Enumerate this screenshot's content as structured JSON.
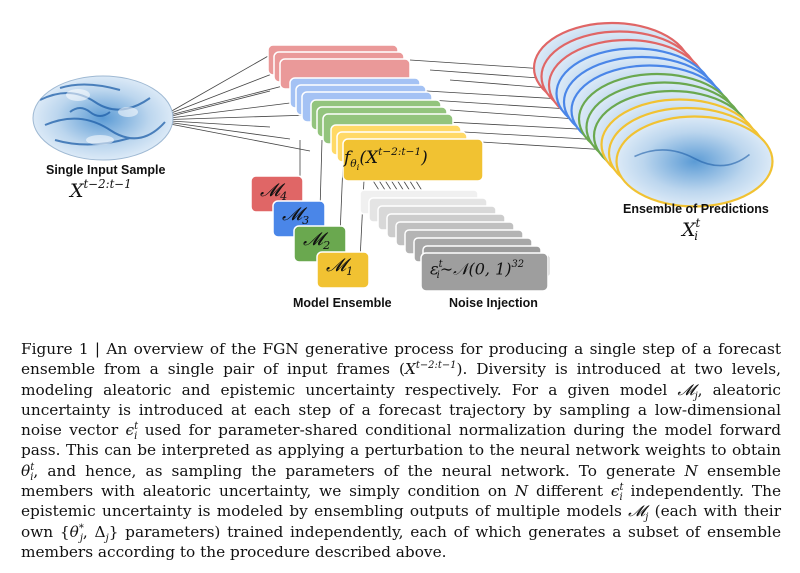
{
  "figure": {
    "input_label": "Single Input Sample",
    "input_math_base": "X",
    "input_math_sup": "t−2:t−1",
    "function_math_base": "f",
    "function_math_sub": "θ",
    "function_math_subsub": "i",
    "function_math_subsup": "t",
    "function_math_arg": "(X",
    "function_math_argsup": "t−2:t−1",
    "function_math_close": ")",
    "model_symbol": "𝓜",
    "model_indices": [
      "4",
      "3",
      "2",
      "1"
    ],
    "model_colors": [
      "#e06666",
      "#4a86e8",
      "#6aa84f",
      "#f1c232"
    ],
    "layer_colors": [
      "#ea9999",
      "#a4c2f4",
      "#93c47d",
      "#ffd966"
    ],
    "model_ensemble_label": "Model Ensemble",
    "noise_math_eps": "ε",
    "noise_math_epssup": "t",
    "noise_math_epssub": "i",
    "noise_math_rest": "∼𝒩(0, 1)",
    "noise_math_pow": "32",
    "noise_label": "Noise Injection",
    "ensemble_label": "Ensemble of Predictions",
    "output_math_base": "X",
    "output_math_sup": "t",
    "output_math_sub": "i"
  },
  "caption": {
    "heading": "Figure 1 | An overview of the FGN generative process for producing a single step of a forecast ensemble from a single pair of input frames (",
    "x_base": "X",
    "x_sup": "t−2:t−1",
    "after_x": "). Diversity is introduced at two levels, modeling aleatoric and epistemic uncertainty respectively. For a given model ",
    "mj": "𝓜",
    "mj_sub": "j",
    "p2": ", aleatoric uncertainty is introduced at each step of a forecast trajectory by sampling a low-dimensional noise vector ",
    "eps": "ϵ",
    "eps_sup": "t",
    "eps_sub": "i",
    "p3": " used for parameter-shared conditional normalization during the model forward pass. This can be interpreted as applying a perturbation to the neural network weights to obtain ",
    "theta": "θ",
    "theta_sup": "t",
    "theta_sub": "i",
    "p4": ", and hence, as sampling the parameters of the neural network. To generate ",
    "n1": "N",
    "p5": " ensemble members with aleatoric uncertainty, we simply condition on ",
    "n2": "N",
    "p6": " different ",
    "p7": " independently. The epistemic uncertainty is modeled by ensembling outputs of multiple models ",
    "p8": " (each with their own {",
    "theta_star": "θ",
    "theta_star_sup": "*",
    "theta_star_sub": "j",
    "comma": ", ",
    "delta": "Δ",
    "delta_sub": "j",
    "p9": "} parameters) trained independently, each of which generates a subset of ensemble members according to the procedure described above."
  }
}
